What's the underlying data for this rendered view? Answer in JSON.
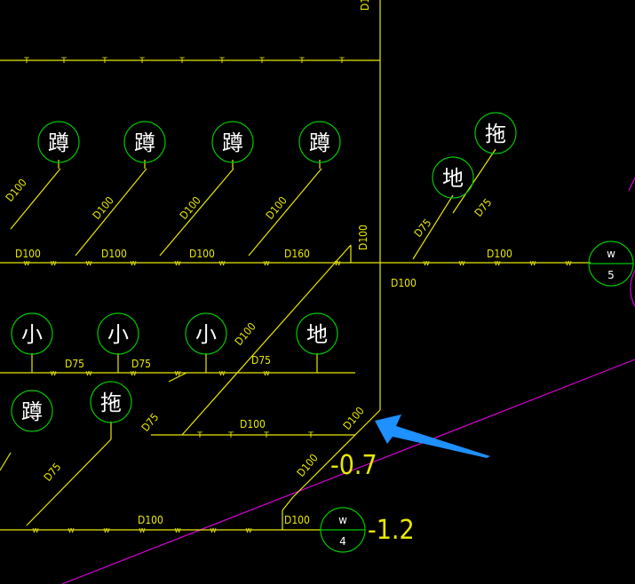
{
  "colors": {
    "background": "#000000",
    "pipe": "#e8e800",
    "fixture": "#00c800",
    "fixture_text": "#ffffff",
    "boundary": "#d400d4",
    "arrow": "#1e90ff"
  },
  "pipe_labels": {
    "d100": "D100",
    "d75": "D75",
    "d160": "D160"
  },
  "pipe_marks": {
    "water": "w",
    "tee": "T"
  },
  "fixtures": {
    "squat_toilet": "蹲",
    "mop_sink": "拖",
    "floor_drain": "地",
    "urinal": "小"
  },
  "inspection_wells": [
    {
      "letter": "w",
      "number": "5"
    },
    {
      "letter": "w",
      "number": "4"
    }
  ],
  "elevations": {
    "upper": "-0.7",
    "lower": "-1.2"
  },
  "icons": {
    "pointer": "arrow-pointer-icon"
  }
}
